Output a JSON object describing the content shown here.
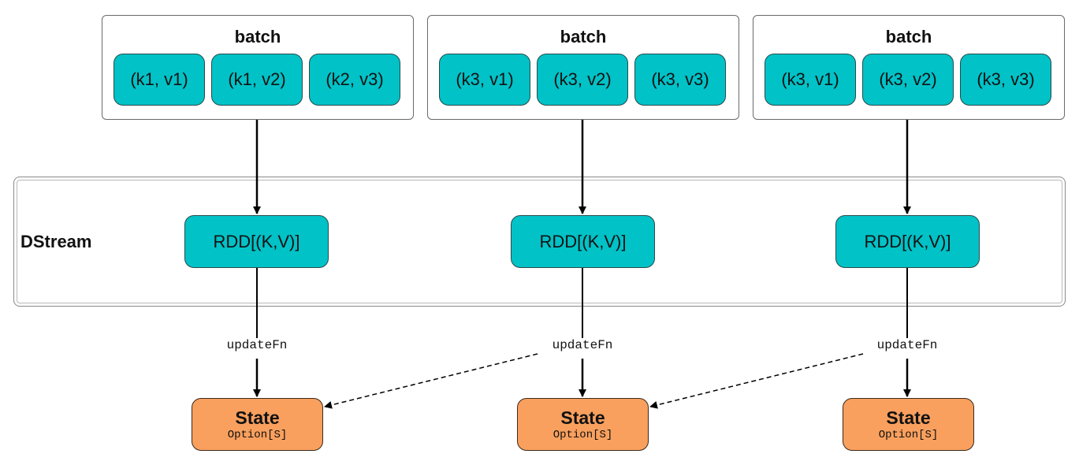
{
  "batches": [
    {
      "title": "batch",
      "items": [
        "(k1, v1)",
        "(k1, v2)",
        "(k2, v3)"
      ]
    },
    {
      "title": "batch",
      "items": [
        "(k3, v1)",
        "(k3, v2)",
        "(k3, v3)"
      ]
    },
    {
      "title": "batch",
      "items": [
        "(k3, v1)",
        "(k3, v2)",
        "(k3, v3)"
      ]
    }
  ],
  "dstream": {
    "label": "DStream",
    "rdds": [
      "RDD[(K,V)]",
      "RDD[(K,V)]",
      "RDD[(K,V)]"
    ]
  },
  "update_fn": [
    "updateFn",
    "updateFn",
    "updateFn"
  ],
  "states": [
    {
      "title": "State",
      "subtitle": "Option[S]"
    },
    {
      "title": "State",
      "subtitle": "Option[S]"
    },
    {
      "title": "State",
      "subtitle": "Option[S]"
    }
  ],
  "colors": {
    "kv_fill": "#00c2c7",
    "state_fill": "#f9a05e"
  }
}
